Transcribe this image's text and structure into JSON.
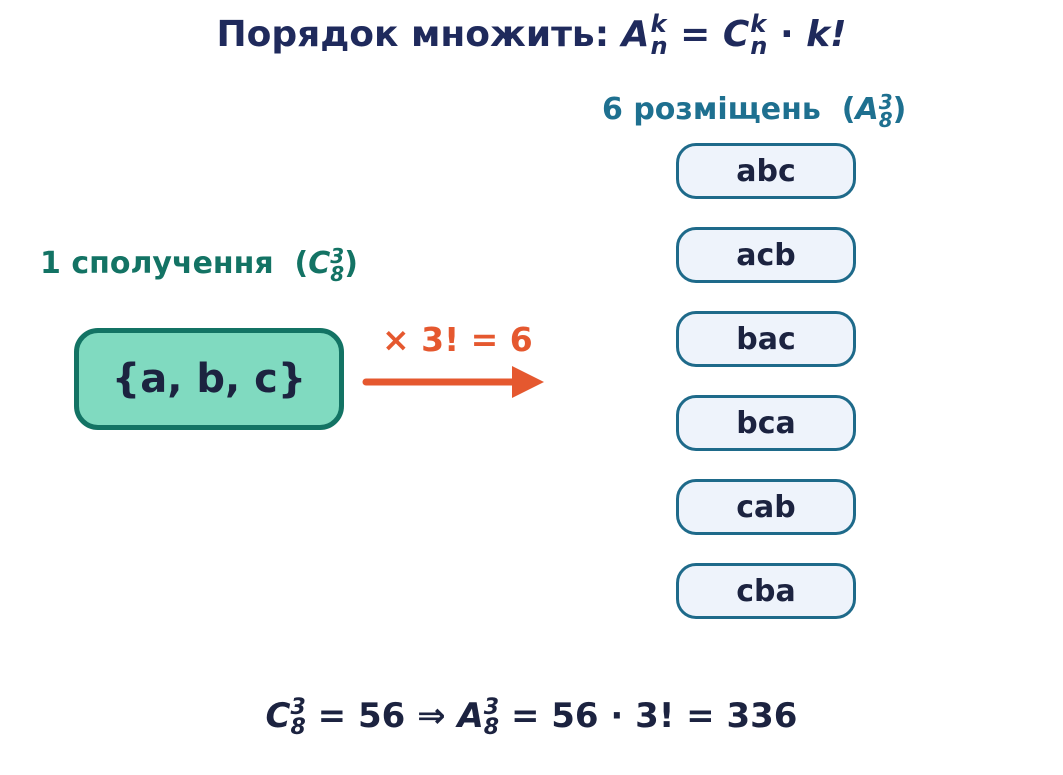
{
  "title": {
    "text": "Порядок множить:",
    "lhs_letter": "A",
    "lhs_sup": "k",
    "lhs_sub": "n",
    "eq": "=",
    "rhs_letter": "C",
    "rhs_sup": "k",
    "rhs_sub": "n",
    "dot": "·",
    "k_fact": "k!"
  },
  "combination": {
    "label": "1 сполучення",
    "notation_letter": "C",
    "notation_sup": "3",
    "notation_sub": "8",
    "set": "{a, b, c}"
  },
  "multiplier": {
    "text": "× 3! = 6"
  },
  "arrangements": {
    "label": "6 розміщень",
    "notation_letter": "A",
    "notation_sup": "3",
    "notation_sub": "8",
    "items": [
      "abc",
      "acb",
      "bac",
      "bca",
      "cab",
      "cba"
    ]
  },
  "bottom": {
    "c_letter": "C",
    "c_sup": "3",
    "c_sub": "8",
    "eq1": "= 56",
    "implies": "⇒",
    "a_letter": "A",
    "a_sup": "3",
    "a_sub": "8",
    "eq2": "= 56 · 3! = 336"
  },
  "colors": {
    "title": "#1f2a5c",
    "combination": "#137364",
    "combination_fill": "#80dac0",
    "arrangement": "#1e7090",
    "arrangement_fill": "#eef3fb",
    "multiplier": "#e5582f",
    "text_dark": "#1c2340"
  }
}
